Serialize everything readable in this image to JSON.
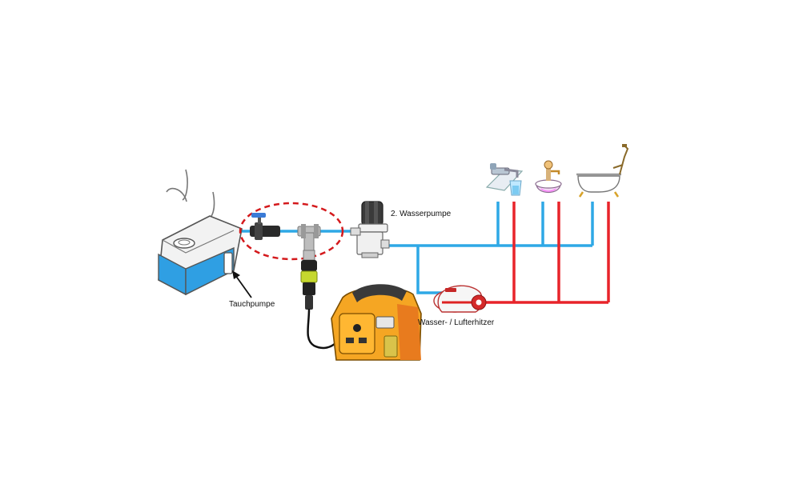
{
  "labels": {
    "submersible_pump": "Tauchpumpe",
    "second_pump": "2. Wasserpumpe",
    "heater": "Wasser- / Lufterhitzer"
  },
  "colors": {
    "cold_line": "#2ea8e6",
    "hot_line": "#e8242a",
    "tank_blue": "#2f9fe3",
    "highlight_circle": "#d4191c",
    "power_station": "#f5a623"
  },
  "icons": [
    "water-tank-icon",
    "ball-valve-icon",
    "t-connector-icon",
    "hose-adapter-icon",
    "water-pump-icon",
    "power-station-icon",
    "water-heater-icon",
    "sink-faucet-icon",
    "washbasin-icon",
    "bathtub-icon"
  ]
}
